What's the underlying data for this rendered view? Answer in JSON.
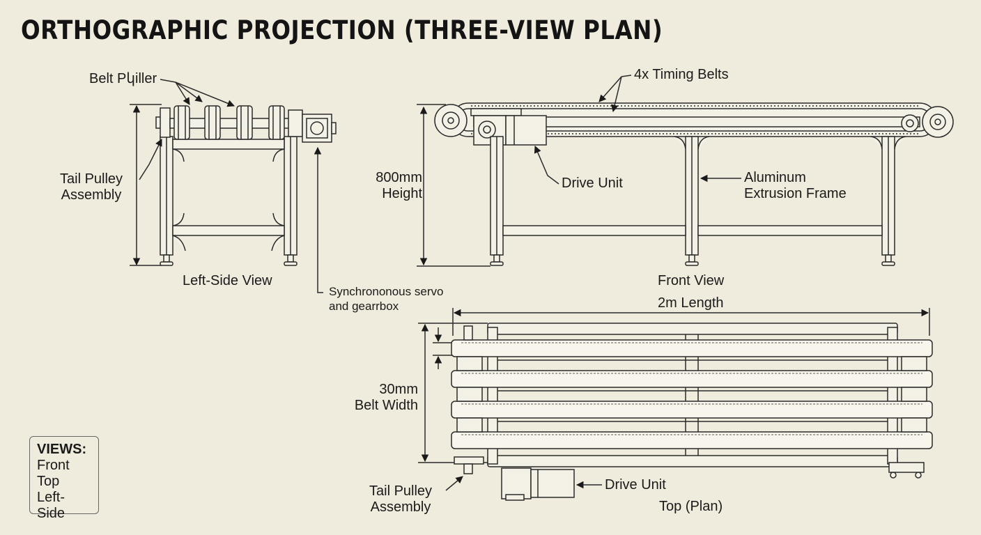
{
  "title": "ORTHOGRAPHIC PROJECTION (THREE-VIEW PLAN)",
  "left_view": {
    "belt_pulleys_label": "Belt Pկiller",
    "tail_pulley_label": "Tail Pulley\nAssembly",
    "caption": "Left-Side View"
  },
  "servo_label": "Synchrononous servo\nand gearrbox",
  "front_view": {
    "timing_belts_label": "4x Timing Belts",
    "height_label": "800mm\nHeight",
    "drive_unit_label": "Drive Unit",
    "frame_label": "Aluminum\nExtrusion Frame",
    "caption": "Front View"
  },
  "top_view": {
    "length_label": "2m Length",
    "belt_width_label": "30mm\nBelt Width",
    "tail_pulley_label": "Tail Pulley\nAssembly",
    "drive_unit_label": "Drive Unit",
    "caption": "Top (Plan)"
  },
  "legend": {
    "heading": "VIEWS:",
    "items": [
      "Front",
      "Top",
      "Left-Side"
    ]
  }
}
